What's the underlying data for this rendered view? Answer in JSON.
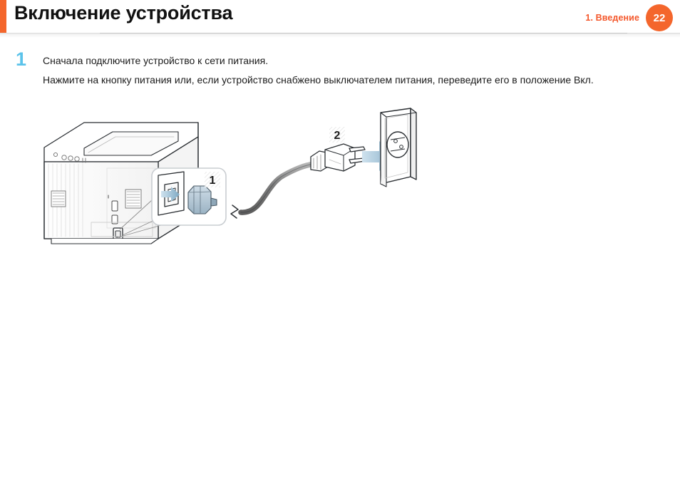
{
  "header": {
    "title": "Включение устройства",
    "section_label": "1.  Введение",
    "page_number": "22",
    "accent_color": "#F4662C",
    "section_label_color": "#F4572B"
  },
  "step": {
    "number": "1",
    "number_color": "#5BC3EA",
    "lines": [
      "Сначала подключите устройство к сети питания.",
      "Нажмите на кнопку питания или, если устройство снабжено выключателем питания, переведите его в положение Вкл."
    ]
  },
  "figure": {
    "callout_1_label": "1",
    "callout_2_label": "2",
    "line_color": "#2b2f33",
    "cable_color": "#8a8a8a",
    "arrow_color": "#8fb8cf",
    "plug_fill": "#b8cbd8",
    "callout_border": "#c9cdd1"
  }
}
